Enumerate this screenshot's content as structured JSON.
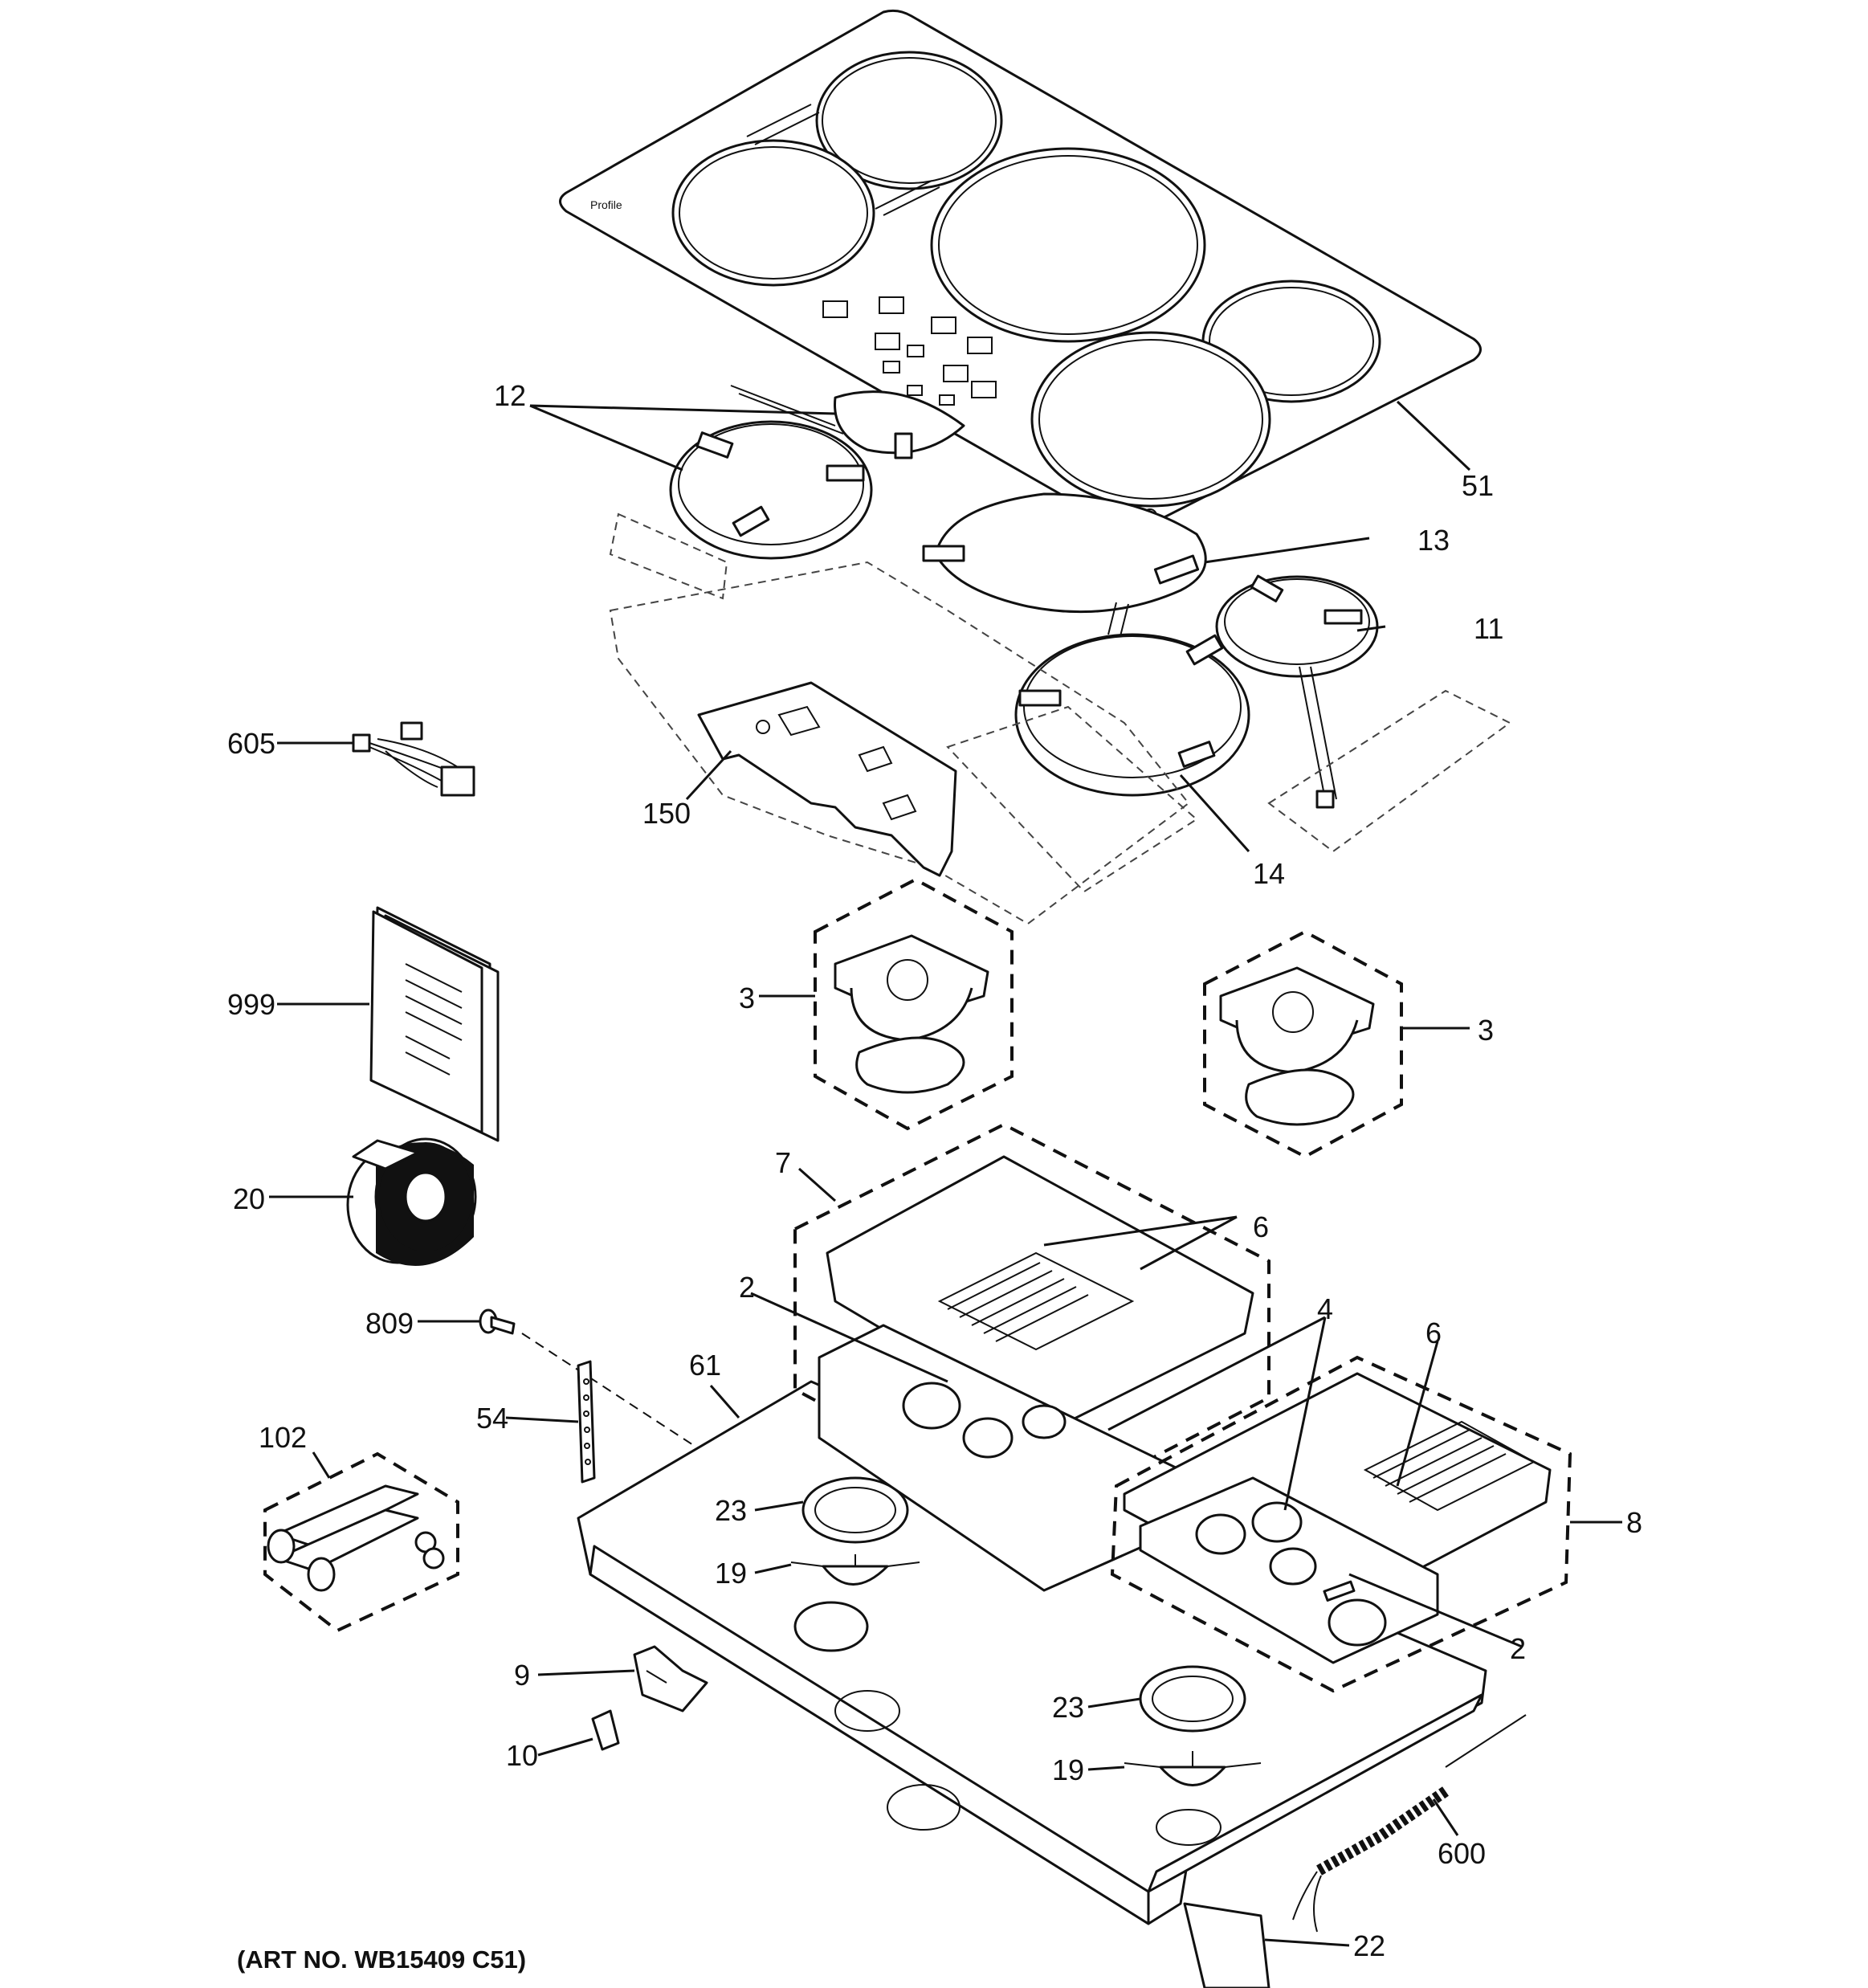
{
  "diagram": {
    "art_number": "(ART NO. WB15409 C51)",
    "brand_mark": "Profile",
    "callouts": {
      "c12": "12",
      "c51": "51",
      "c13": "13",
      "c11": "11",
      "c605": "605",
      "c150": "150",
      "c14": "14",
      "c999": "999",
      "c3_left": "3",
      "c3_right": "3",
      "c20": "20",
      "c7": "7",
      "c6_top": "6",
      "c2_left": "2",
      "c4": "4",
      "c6_right": "6",
      "c809": "809",
      "c61": "61",
      "c54": "54",
      "c102": "102",
      "c23_left": "23",
      "c19_left": "19",
      "c8": "8",
      "c2_right": "2",
      "c9": "9",
      "c23_right": "23",
      "c10": "10",
      "c19_right": "19",
      "c600": "600",
      "c22": "22"
    }
  }
}
